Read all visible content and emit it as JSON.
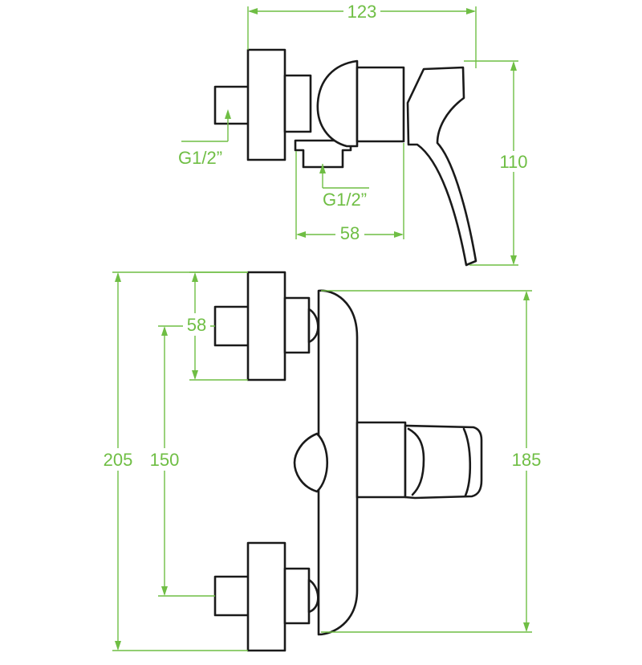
{
  "drawing": {
    "dimension_color": "#6fbe44",
    "line_color": "#1a1a1a",
    "side_view": {
      "width_overall": "123",
      "height_overall": "110",
      "connection_depth": "58",
      "thread_inlet": "G1/2”",
      "thread_outlet": "G1/2”"
    },
    "front_view": {
      "height_overall": "205",
      "center_distance": "150",
      "body_height": "185",
      "flange_height": "58"
    }
  }
}
